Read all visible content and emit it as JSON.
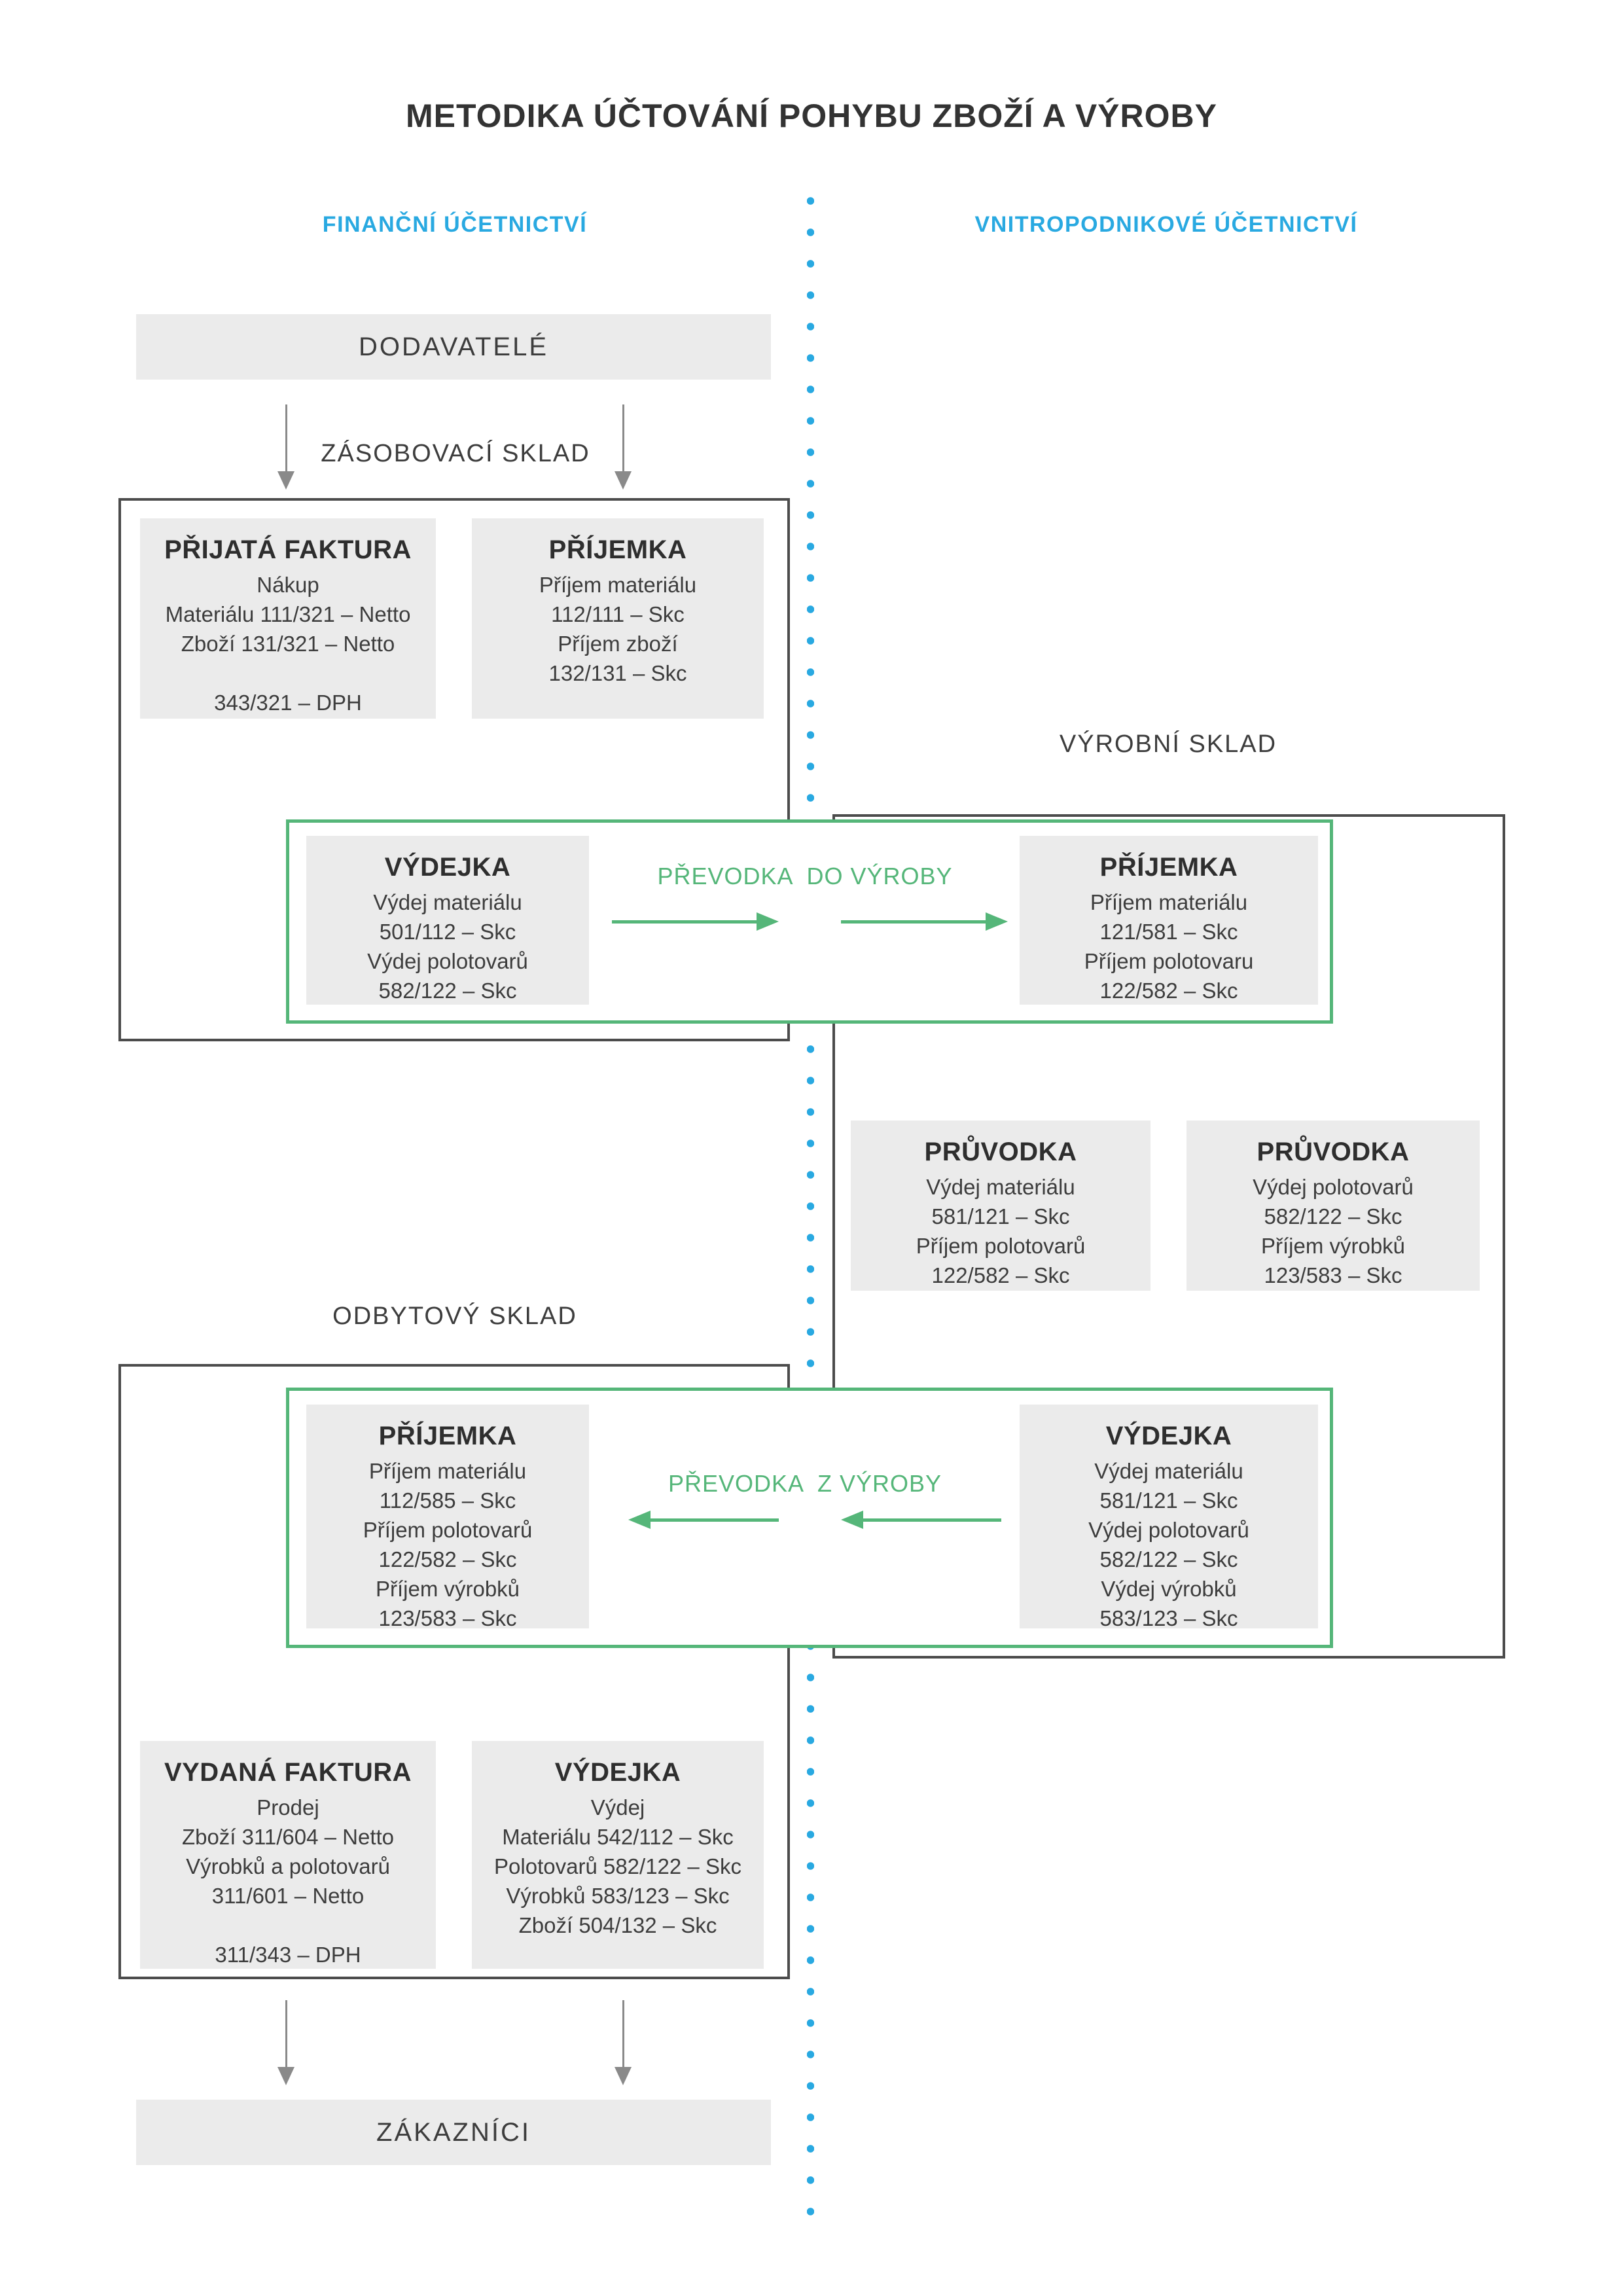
{
  "title": "METODIKA ÚČTOVÁNÍ POHYBU ZBOŽÍ A VÝROBY",
  "columns": {
    "left": "FINANČNÍ ÚČETNICTVÍ",
    "right": "VNITROPODNIKOVÉ ÚČETNICTVÍ"
  },
  "colors": {
    "accent_blue": "#29a9e1",
    "accent_green": "#55b679",
    "card_bg": "#ebebeb",
    "box_border": "#4c4c4c",
    "arrow_gray": "#8a8a8a"
  },
  "endpoints": {
    "suppliers": "DODAVATELÉ",
    "customers": "ZÁKAZNÍCI"
  },
  "section_labels": {
    "supply_warehouse": "ZÁSOBOVACÍ SKLAD",
    "production_warehouse": "VÝROBNÍ SKLAD",
    "sales_warehouse": "ODBYTOVÝ SKLAD"
  },
  "transfer_labels": {
    "to_production": "PŘEVODKA  DO VÝROBY",
    "from_production": "PŘEVODKA  Z VÝROBY"
  },
  "cards": {
    "prijata_faktura": {
      "title": "PŘIJATÁ FAKTURA",
      "lines": [
        "Nákup",
        "Materiálu 111/321 – Netto",
        "Zboží 131/321 – Netto",
        "",
        "343/321 – DPH"
      ]
    },
    "prijemka_top": {
      "title": "PŘÍJEMKA",
      "lines": [
        "Příjem materiálu",
        "112/111 – Skc",
        "Příjem zboží",
        "132/131 – Skc"
      ]
    },
    "vydejka_mid": {
      "title": "VÝDEJKA",
      "lines": [
        "Výdej materiálu",
        "501/112 – Skc",
        "Výdej polotovarů",
        "582/122 – Skc"
      ]
    },
    "prijemka_mid": {
      "title": "PŘÍJEMKA",
      "lines": [
        "Příjem materiálu",
        "121/581 – Skc",
        "Příjem polotovaru",
        "122/582 – Skc"
      ]
    },
    "pruvodka_1": {
      "title": "PRŮVODKA",
      "lines": [
        "Výdej materiálu",
        "581/121 – Skc",
        "Příjem polotovarů",
        "122/582 – Skc"
      ]
    },
    "pruvodka_2": {
      "title": "PRŮVODKA",
      "lines": [
        "Výdej polotovarů",
        "582/122 – Skc",
        "Příjem výrobků",
        "123/583 – Skc"
      ]
    },
    "prijemka_bottom": {
      "title": "PŘÍJEMKA",
      "lines": [
        "Příjem materiálu",
        "112/585 – Skc",
        "Příjem polotovarů",
        "122/582 – Skc",
        "Příjem výrobků",
        "123/583 – Skc"
      ]
    },
    "vydejka_bottom": {
      "title": "VÝDEJKA",
      "lines": [
        "Výdej materiálu",
        "581/121 – Skc",
        "Výdej polotovarů",
        "582/122 – Skc",
        "Výdej výrobků",
        "583/123 – Skc"
      ]
    },
    "vydana_faktura": {
      "title": "VYDANÁ FAKTURA",
      "lines": [
        "Prodej",
        "Zboží 311/604 – Netto",
        "Výrobků a polotovarů",
        "311/601 – Netto",
        "",
        "311/343 – DPH"
      ]
    },
    "vydejka_out": {
      "title": "VÝDEJKA",
      "lines": [
        "Výdej",
        "Materiálu 542/112 – Skc",
        "Polotovarů 582/122 – Skc",
        "Výrobků 583/123 – Skc",
        "Zboží 504/132 – Skc"
      ]
    }
  }
}
